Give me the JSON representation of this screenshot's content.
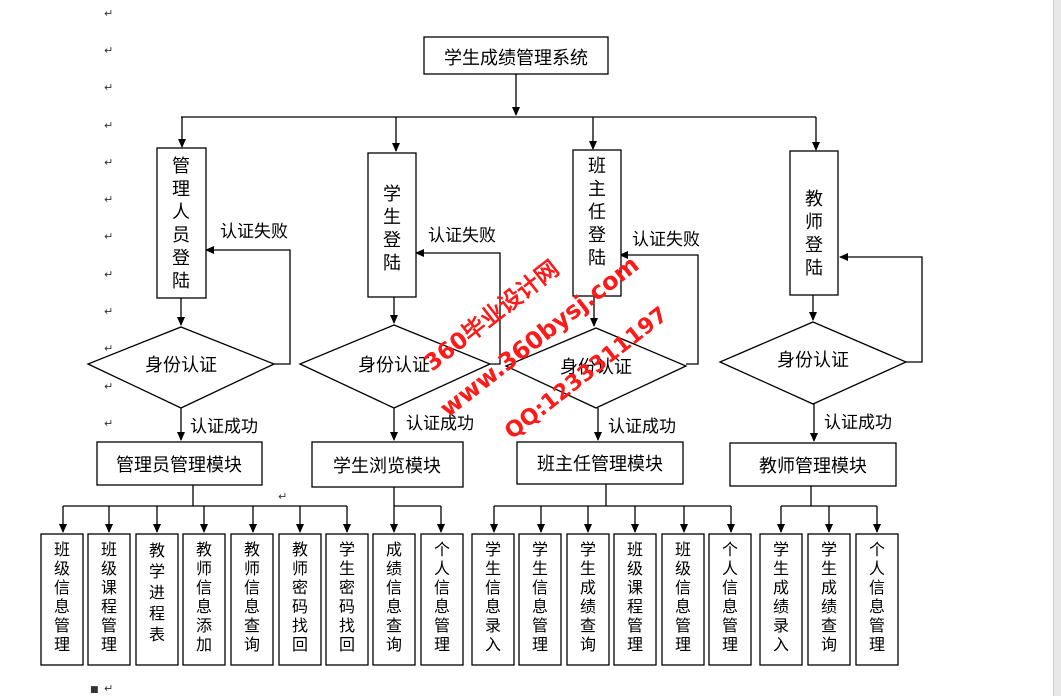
{
  "root": "学生成绩管理系统",
  "logins": {
    "admin": "管理人员登陆",
    "student": "学生登陆",
    "headteacher": "班主任登陆",
    "teacher": "教师登陆"
  },
  "auth": {
    "admin": "身份认证",
    "student": "身份认证",
    "headteacher": "身份认证",
    "teacher": "身份认证"
  },
  "fail": {
    "admin": "认证失败",
    "student": "认证失败",
    "headteacher": "认证失败"
  },
  "success": {
    "admin": "认证成功",
    "student": "认证成功",
    "headteacher": "认证成功",
    "teacher": "认证成功"
  },
  "modules": {
    "admin": "管理员管理模块",
    "student": "学生浏览模块",
    "headteacher": "班主任管理模块",
    "teacher": "教师管理模块"
  },
  "leaves": [
    "班级信息管理",
    "班级课程管理",
    "教学进程表",
    "教师信息添加",
    "教师信息查询",
    "教师密码找回",
    "学生密码找回",
    "成绩信息查询",
    "个人信息管理",
    "学生信息录入",
    "学生信息管理",
    "学生成绩查询",
    "班级课程管理",
    "班级信息管理",
    "个人信息管理",
    "学生成绩录入",
    "学生成绩查询",
    "个人信息管理"
  ],
  "watermark": {
    "line1": "360毕业设计网",
    "line2": "www.360bysj.com",
    "line3": "QQ:1233311197",
    "color": "#ff1a1a"
  },
  "para_mark": "↵",
  "bullet": "■"
}
